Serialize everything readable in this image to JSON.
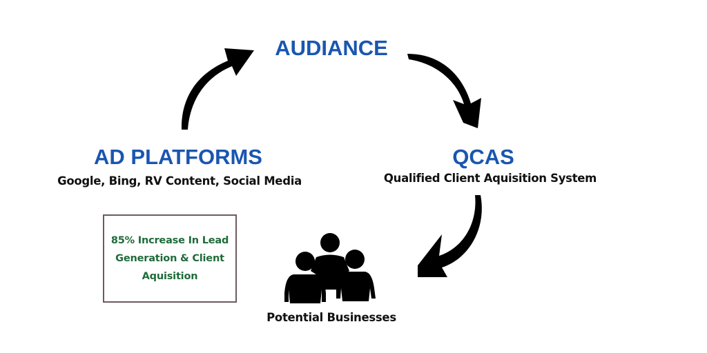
{
  "diagram": {
    "nodes": {
      "audience": {
        "title": "AUDIANCE"
      },
      "ad_platforms": {
        "title": "AD PLATFORMS",
        "subtitle": "Google, Bing, RV Content, Social Media"
      },
      "qcas": {
        "title": "QCAS",
        "subtitle": "Qualified Client Aquisition System"
      },
      "potential_businesses": {
        "label": "Potential Businesses",
        "icon": "people-group-icon"
      }
    },
    "stat_box": {
      "lines": [
        "85% Increase In Lead",
        "Generation & Client",
        "Aquisition"
      ]
    },
    "flow": [
      {
        "from": "AD PLATFORMS",
        "to": "AUDIANCE",
        "icon": "curved-arrow-up-right-icon"
      },
      {
        "from": "AUDIANCE",
        "to": "QCAS",
        "icon": "curved-arrow-down-right-icon"
      },
      {
        "from": "QCAS",
        "to": "Potential Businesses",
        "icon": "curved-arrow-down-left-icon"
      }
    ],
    "colors": {
      "title_blue": "#1a56b0",
      "body_text": "#111111",
      "stat_green": "#1f6b3a",
      "box_border": "#6b5a5e",
      "arrow": "#000000"
    }
  }
}
